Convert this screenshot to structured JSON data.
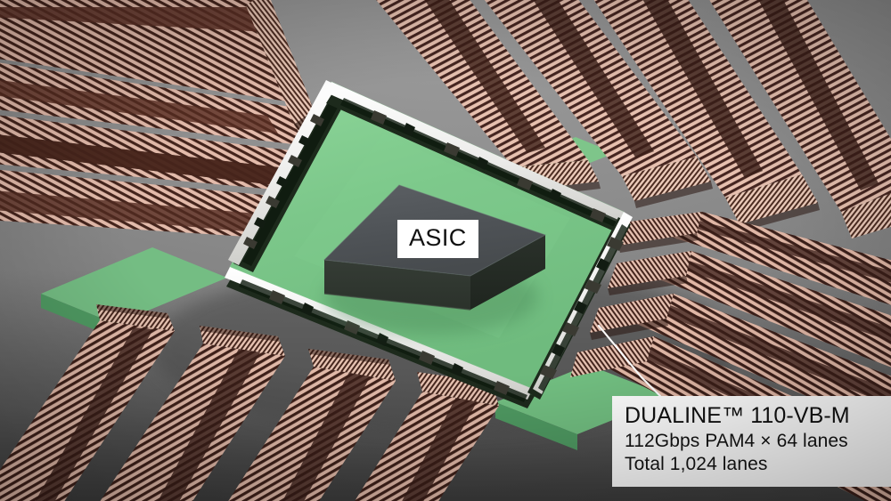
{
  "scene": {
    "title_alt": "Near-ASIC twinax cable interconnect 3D render",
    "background_color": "#8b8b8b",
    "pcb_color": "#7cc78a",
    "pcb_edge_color": "#4f9a62",
    "asic_top_color": "#52565a",
    "asic_front_color": "#31382f",
    "asic_side_color": "#262d26",
    "cable_light_color": "#e8c4b4",
    "cable_dark_color": "#4a2820",
    "cable_band_color": "#6b3a2a",
    "connector_shell_color": "#f2f2ee",
    "connector_body_color": "#1d2a1c",
    "leader_line_color": "#ffffff"
  },
  "asic": {
    "label": "ASIC"
  },
  "callout": {
    "title": "DUALINE™ 110-VB-M",
    "line2": "112Gbps PAM4 × 64 lanes",
    "line3": "Total 1,024 lanes"
  },
  "spec_values": {
    "rate_per_lane": "112Gbps",
    "modulation": "PAM4",
    "lanes_per_module": 64,
    "total_lanes": "1,024",
    "product_family": "DUALINE™",
    "product_model": "110-VB-M"
  },
  "cable_banks": [
    {
      "name": "top-left-bank",
      "ribbons": 4,
      "direction": "upper-left"
    },
    {
      "name": "top-right-bank",
      "ribbons": 4,
      "direction": "upper-right"
    },
    {
      "name": "bottom-left-bank",
      "ribbons": 4,
      "direction": "lower-left"
    },
    {
      "name": "bottom-right-bank",
      "ribbons": 4,
      "direction": "lower-right"
    }
  ],
  "connector_rows": [
    {
      "name": "connector-row-top-left",
      "connectors": 4
    },
    {
      "name": "connector-row-top-right",
      "connectors": 4
    },
    {
      "name": "connector-row-bottom-left",
      "connectors": 4
    },
    {
      "name": "connector-row-bottom-right",
      "connectors": 4
    }
  ]
}
